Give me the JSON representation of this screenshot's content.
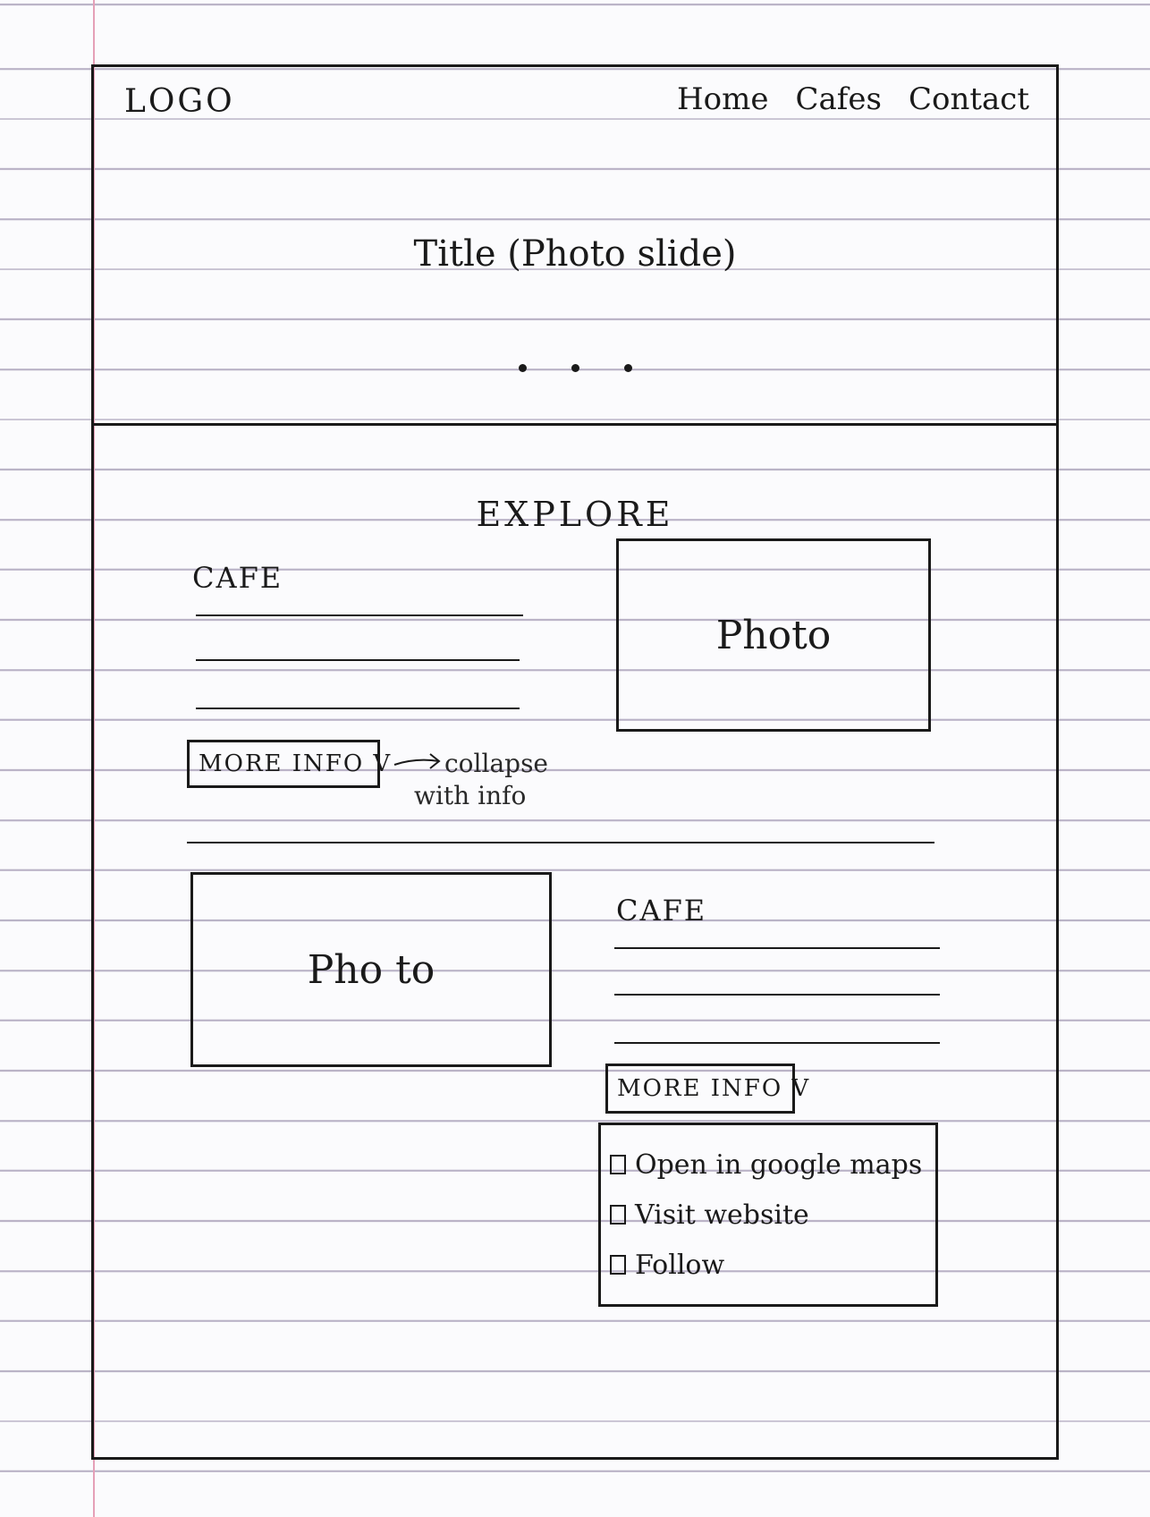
{
  "header": {
    "logo": "LOGO",
    "nav": [
      "Home",
      "Cafes",
      "Contact"
    ]
  },
  "hero": {
    "title": "Title (Photo slide)",
    "slide_dots": 3
  },
  "explore": {
    "heading": "EXPLORE",
    "cards": [
      {
        "label": "CAFE",
        "photo_label": "Photo",
        "button_label": "MORE INFO V",
        "annotation": [
          "collapse",
          "with info"
        ]
      },
      {
        "label": "CAFE",
        "photo_label": "Pho to",
        "button_label": "MORE INFO V",
        "dropdown_items": [
          "Open in google maps",
          "Visit website",
          "Follow"
        ]
      }
    ]
  }
}
